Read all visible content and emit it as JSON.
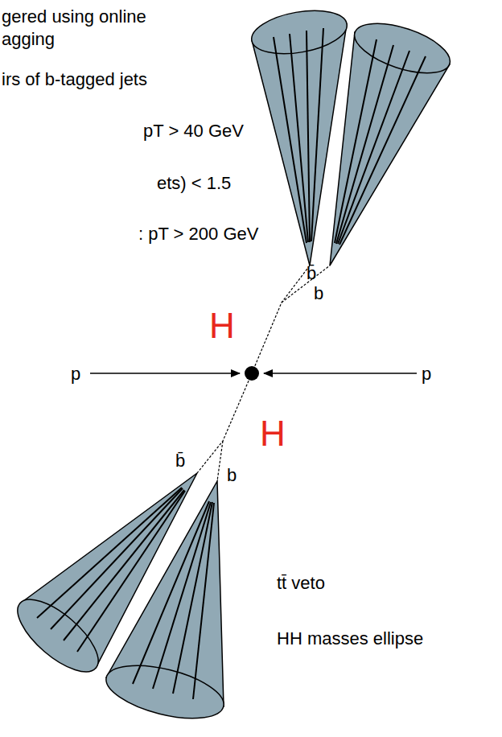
{
  "diagram": {
    "labels": [
      "gered using online",
      "agging",
      "irs of b-tagged jets",
      "pT > 40 GeV",
      "ets) < 1.5",
      ": pT > 200 GeV",
      "b̄",
      "b",
      "H",
      "p",
      "p",
      "H",
      "b̄",
      "b",
      "tt̄ veto",
      "HH masses ellipse"
    ]
  }
}
